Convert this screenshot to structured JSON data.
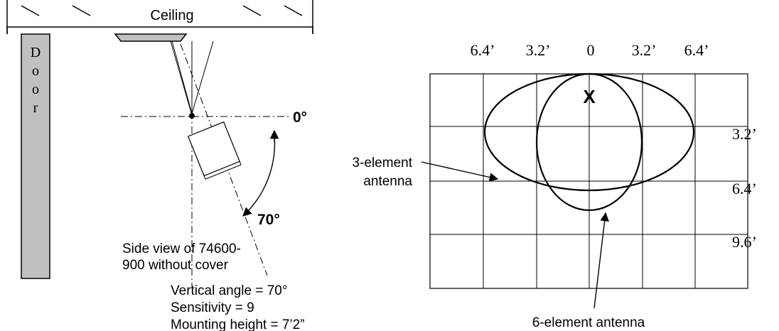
{
  "side_view": {
    "ceiling_label": "Ceiling",
    "door_letters": [
      "D",
      "o",
      "o",
      "r"
    ],
    "angle_zero_label": "0°",
    "angle_seventy_label": "70°",
    "caption_line1": "Side view of 74600-",
    "caption_line2": "900 without cover"
  },
  "settings": {
    "line1": "Vertical angle = 70°",
    "line2": "Sensitivity = 9",
    "line3": "Mounting height = 7’2”"
  },
  "pattern": {
    "top_ticks": [
      "6.4’",
      "3.2’",
      "0",
      "3.2’",
      "6.4’"
    ],
    "right_ticks": [
      "3.2’",
      "6.4’",
      "9.6’"
    ],
    "center_mark": "X",
    "label_3_line1": "3-element",
    "label_3_line2": "antenna",
    "label_6": "6-element antenna"
  }
}
